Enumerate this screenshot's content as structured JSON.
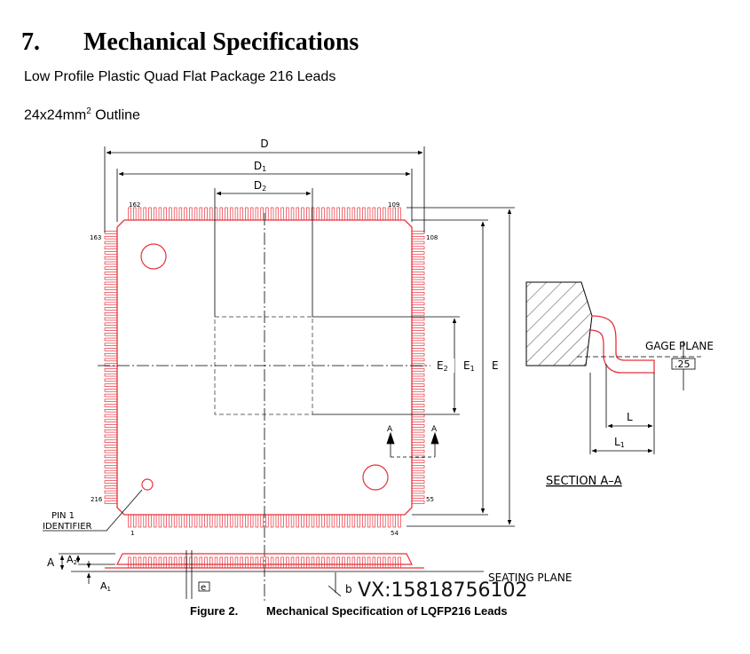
{
  "section": {
    "number": "7.",
    "title": "Mechanical Specifications"
  },
  "package_description": "Low Profile Plastic Quad Flat Package 216 Leads",
  "outline": {
    "prefix": "24x24mm",
    "superscript": "2",
    "suffix": " Outline"
  },
  "drawing": {
    "dimensions": {
      "D": "D",
      "D1": "D",
      "D1_sub": "1",
      "D2": "D",
      "D2_sub": "2",
      "E": "E",
      "E1": "E",
      "E1_sub": "1",
      "E2": "E",
      "E2_sub": "2",
      "A": "A",
      "A1": "A",
      "A1_sub": "1",
      "A2": "A",
      "A2_sub": "2",
      "L": "L",
      "L1": "L",
      "L1_sub": "1",
      "e": "e",
      "b": "b"
    },
    "pin_numbers": {
      "p162": "162",
      "p109": "109",
      "p163": "163",
      "p108": "108",
      "p216": "216",
      "p55": "55",
      "p1": "1",
      "p54": "54"
    },
    "section_marker": "A",
    "pin1_label_line1": "PIN 1",
    "pin1_label_line2": "IDENTIFIER",
    "gage_plane": "GAGE PLANE",
    "gage_value": ".25",
    "section_label": "SECTION A–A",
    "seating_plane": "SEATING PLANE",
    "colors": {
      "outline": "#e8303a",
      "dimension": "#000000"
    }
  },
  "figure": {
    "label": "Figure 2.",
    "caption": "Mechanical Specification of LQFP216 Leads"
  },
  "watermark": "VX:15818756102"
}
